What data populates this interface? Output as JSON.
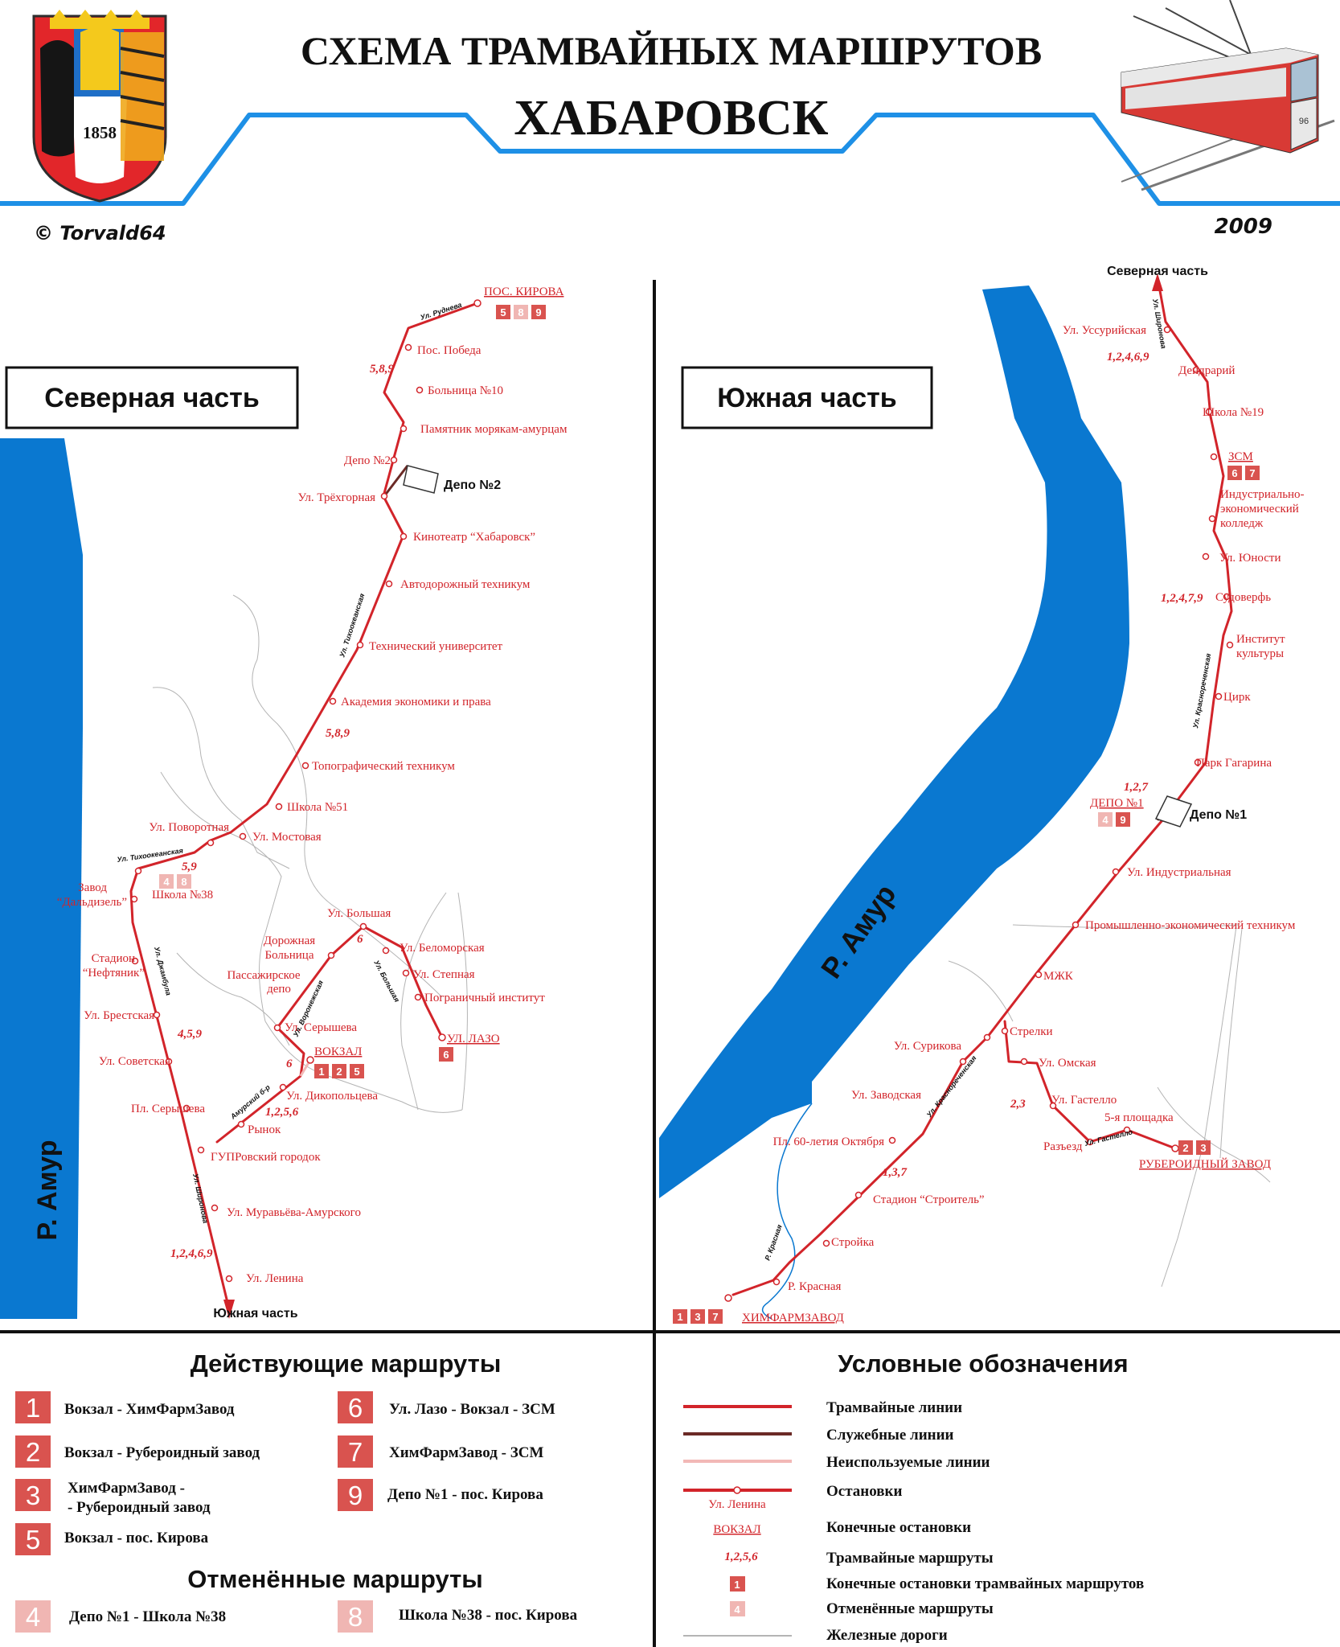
{
  "header": {
    "title_line1": "СХЕМА ТРАМВАЙНЫХ МАРШРУТОВ",
    "title_line2": "ХАБАРОВСК",
    "crest_year": "1858",
    "tram_number": "96",
    "copyright": "© Torvald64",
    "year": "2009"
  },
  "colors": {
    "route_line": "#d2242a",
    "service_line": "#6b2a26",
    "unused_line": "#f2b8b6",
    "rail": "#b4b4b4",
    "river": "#0a78d0",
    "header_line": "#1e90e6",
    "badge_active": "#d9534f",
    "badge_cancelled": "#f0b6b3"
  },
  "north": {
    "title": "Северная часть",
    "river_label": "Р. Амур",
    "south_pointer": "Южная часть",
    "depot_label": "Депо №2",
    "terminus_kirova": "ПОС. КИРОВА",
    "terminus_kirova_routes": [
      "5",
      "8",
      "9"
    ],
    "terminus_vokzal": "ВОКЗАЛ",
    "terminus_vokzal_routes": [
      "1",
      "2",
      "5"
    ],
    "terminus_lazo": "УЛ. ЛАЗО",
    "terminus_lazo_routes": [
      "6"
    ],
    "school38_routes": [
      "4",
      "8"
    ],
    "stops": {
      "pobeda": "Пос. Победа",
      "hosp10": "Больница №10",
      "monument": "Памятник морякам-амурцам",
      "depo2": "Депо №2",
      "trekhgornaya": "Ул. Трёхгорная",
      "kino": "Кинотеатр “Хабаровск”",
      "avto": "Автодорожный техникум",
      "tech_univ": "Технический университет",
      "academy": "Академия экономики и права",
      "topo": "Топографический техникум",
      "school51": "Школа №51",
      "povorotnaya": "Ул. Поворотная",
      "mostovaya": "Ул. Мостовая",
      "school38": "Школа №38",
      "zavod1": "Завод",
      "zavod2": "“Дальдизель”",
      "stadion1": "Стадион",
      "stadion2": "“Нефтяник”",
      "brestskaya": "Ул. Брестская",
      "sovetskaya": "Ул. Советская",
      "serysheva_sq": "Пл. Серышева",
      "gupr": "ГУПРовский городок",
      "muravieva": "Ул. Муравьёва-Амурского",
      "lenina": "Ул. Ленина",
      "rynok": "Рынок",
      "dikopoltseva": "Ул. Дикопольцева",
      "serysheva": "Ул. Серышева",
      "pass1": "Пассажирское",
      "pass2": "депо",
      "road_hosp1": "Дорожная",
      "road_hosp2": "Больница",
      "bolshaya": "Ул. Большая",
      "belomorskaya": "Ул. Беломорская",
      "stepnaya": "Ул. Степная",
      "border_inst": "Пограничный институт"
    },
    "streets": {
      "rudneva": "Ул. Руднева",
      "tikhookeanskaya": "Ул. Тихоокеанская",
      "tikhookeanskaya2": "Ул. Тихоокеанская",
      "dzhambula": "Ул. Джамбула",
      "shironova": "Ул. Широнова",
      "amursky": "Амурский б-р",
      "voronezhskaya": "Ул. Воронежская",
      "bolshaya": "Ул. Большая"
    },
    "route_labels": {
      "r1": "5,8,9",
      "r2": "5,8,9",
      "r3": "5,9",
      "r4": "4,5,9",
      "r5": "1,2,4,6,9",
      "r6": "1,2,5,6",
      "r7": "6",
      "r8": "6"
    }
  },
  "south": {
    "title": "Южная часть",
    "river_label": "Р. Амур",
    "north_pointer": "Северная часть",
    "depot_label": "Депо №1",
    "zsm": "ЗСМ",
    "zsm_routes": [
      "6",
      "7"
    ],
    "depo1": "ДЕПО №1",
    "depo1_routes": [
      "4",
      "9"
    ],
    "ruberoid": "РУБЕРОИДНЫЙ ЗАВОД",
    "ruberoid_routes": [
      "2",
      "3"
    ],
    "khimfarm": "ХИМФАРМЗАВОД",
    "khimfarm_routes": [
      "1",
      "3",
      "7"
    ],
    "stops": {
      "ussuriyskaya": "Ул. Уссурийская",
      "dendrariy": "Дендрарий",
      "school19": "Школа №19",
      "ind1": "Индустриально-",
      "ind2": "экономический",
      "ind3": "колледж",
      "yunosti": "Ул. Юности",
      "sudoverf": "Судоверфь",
      "inst1": "Институт",
      "inst2": "культуры",
      "tsirk": "Цирк",
      "gagarin": "Парк Гагарина",
      "industrialnaya": "Ул. Индустриальная",
      "prom": "Промышленно-экономический техникум",
      "mzhk": "МЖК",
      "strelki": "Стрелки",
      "omskaya": "Ул. Омская",
      "gastello": "Ул. Гастелло",
      "square5": "5-я площадка",
      "razezd": "Разъезд",
      "surikova": "Ул. Сурикова",
      "zavodskaya": "Ул. Заводская",
      "pl60": "Пл. 60-летия Октября",
      "stadion": "Стадион “Строитель”",
      "stroyka": "Стройка",
      "krasnaya": "Р. Красная"
    },
    "streets": {
      "shironova": "Ул. Широнова",
      "krasnorechenskaya": "Ул. Краснореченская",
      "krasnorechenskaya2": "Ул. Краснореченская",
      "gastello": "Ул. Гастелло",
      "krasnaya_river": "Р. Красная"
    },
    "route_labels": {
      "r1": "1,2,4,6,9",
      "r2": "1,2,4,7,9",
      "r3": "1,2,7",
      "r4": "2,3",
      "r5": "1,3,7"
    }
  },
  "active_routes": {
    "title": "Действующие маршруты",
    "items": [
      {
        "num": "1",
        "line1": "Вокзал - ХимФармЗавод",
        "line2": ""
      },
      {
        "num": "2",
        "line1": "Вокзал - Рубероидный завод",
        "line2": ""
      },
      {
        "num": "3",
        "line1": "ХимФармЗавод -",
        "line2": "- Рубероидный завод"
      },
      {
        "num": "5",
        "line1": "Вокзал - пос. Кирова",
        "line2": ""
      },
      {
        "num": "6",
        "line1": "Ул. Лазо - Вокзал - ЗСМ",
        "line2": ""
      },
      {
        "num": "7",
        "line1": "ХимФармЗавод - ЗСМ",
        "line2": ""
      },
      {
        "num": "9",
        "line1": "Депо №1 - пос. Кирова",
        "line2": ""
      }
    ]
  },
  "cancelled_routes": {
    "title": "Отменённые маршруты",
    "items": [
      {
        "num": "4",
        "label": "Депо №1 - Школа №38"
      },
      {
        "num": "8",
        "label": "Школа №38 - пос. Кирова"
      }
    ]
  },
  "legend": {
    "title": "Условные обозначения",
    "tram_lines": "Трамвайные линии",
    "service_lines": "Служебные линии",
    "unused_lines": "Неиспользуемые линии",
    "stops": "Остановки",
    "stop_sample": "Ул. Ленина",
    "terminal": "Конечные остановки",
    "terminal_sample": "ВОКЗАЛ",
    "routes": "Трамвайные маршруты",
    "routes_sample": "1,2,5,6",
    "route_terminals": "Конечные остановки трамвайных маршрутов",
    "route_terminal_sample": "1",
    "cancelled": "Отменённые маршруты",
    "cancelled_sample": "4",
    "railways": "Железные дороги"
  }
}
